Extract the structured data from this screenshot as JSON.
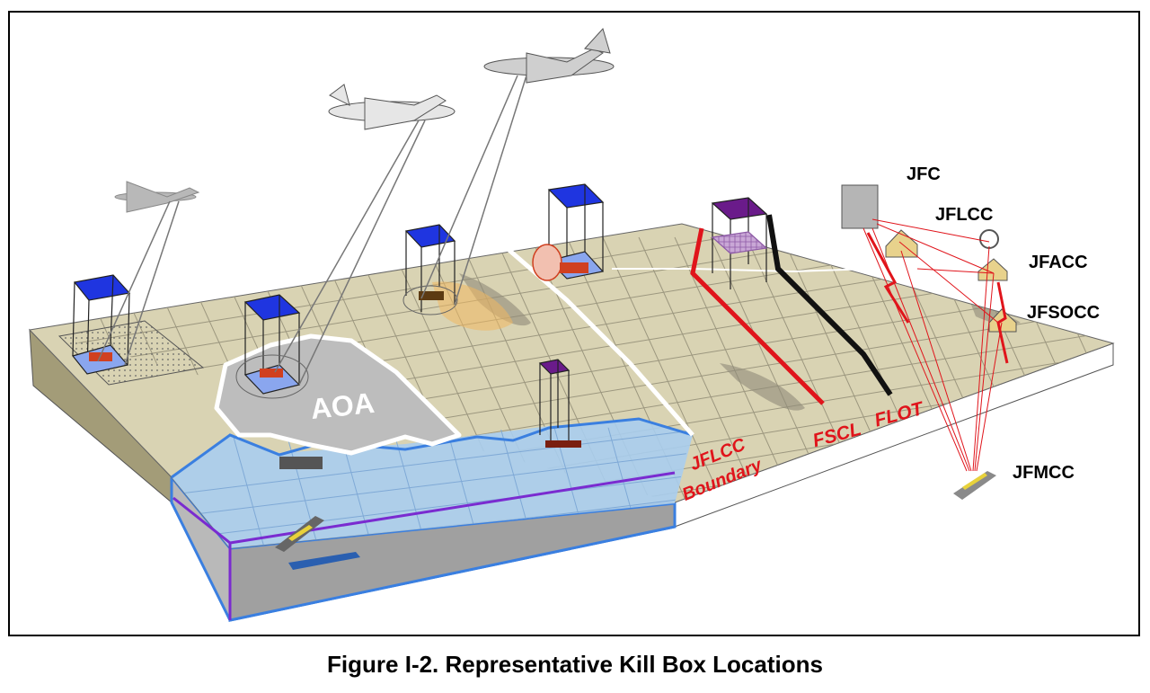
{
  "figure": {
    "caption": "Figure I-2. Representative Kill Box Locations"
  },
  "labels": {
    "aoa": "AOA",
    "jflcc_boundary_line1": "JFLCC",
    "jflcc_boundary_line2": "Boundary",
    "fscl": "FSCL",
    "flot": "FLOT",
    "jfc": "JFC",
    "jflcc": "JFLCC",
    "jfacc": "JFACC",
    "jfsocc": "JFSOCC",
    "jfmcc": "JFMCC"
  },
  "colors": {
    "terrain": "#d9d3b3",
    "grid": "#9c977f",
    "water": "#a9cdee",
    "water_edge": "#3a7fe0",
    "aoa_fill": "#bdbdbd",
    "kill_box_top_blue": "#1f35e0",
    "kill_box_top_purple": "#6a1b8a",
    "control_red": "#e0141b",
    "flot_black": "#111111",
    "boundary_purple": "#7a2bd0"
  }
}
